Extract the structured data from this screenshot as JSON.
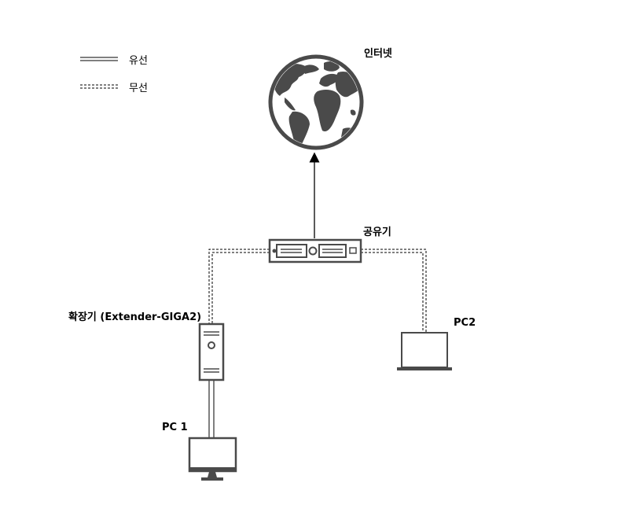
{
  "legend": {
    "wired": "유선",
    "wireless": "무선"
  },
  "nodes": {
    "internet": "인터넷",
    "router": "공유기",
    "extender": "확장기 (Extender-GIGA2)",
    "pc1": "PC 1",
    "pc2": "PC2"
  },
  "connections": [
    {
      "from": "router",
      "to": "internet",
      "type": "wired",
      "arrow": true
    },
    {
      "from": "router",
      "to": "extender",
      "type": "wireless"
    },
    {
      "from": "router",
      "to": "pc2",
      "type": "wireless"
    },
    {
      "from": "extender",
      "to": "pc1",
      "type": "wired"
    }
  ]
}
